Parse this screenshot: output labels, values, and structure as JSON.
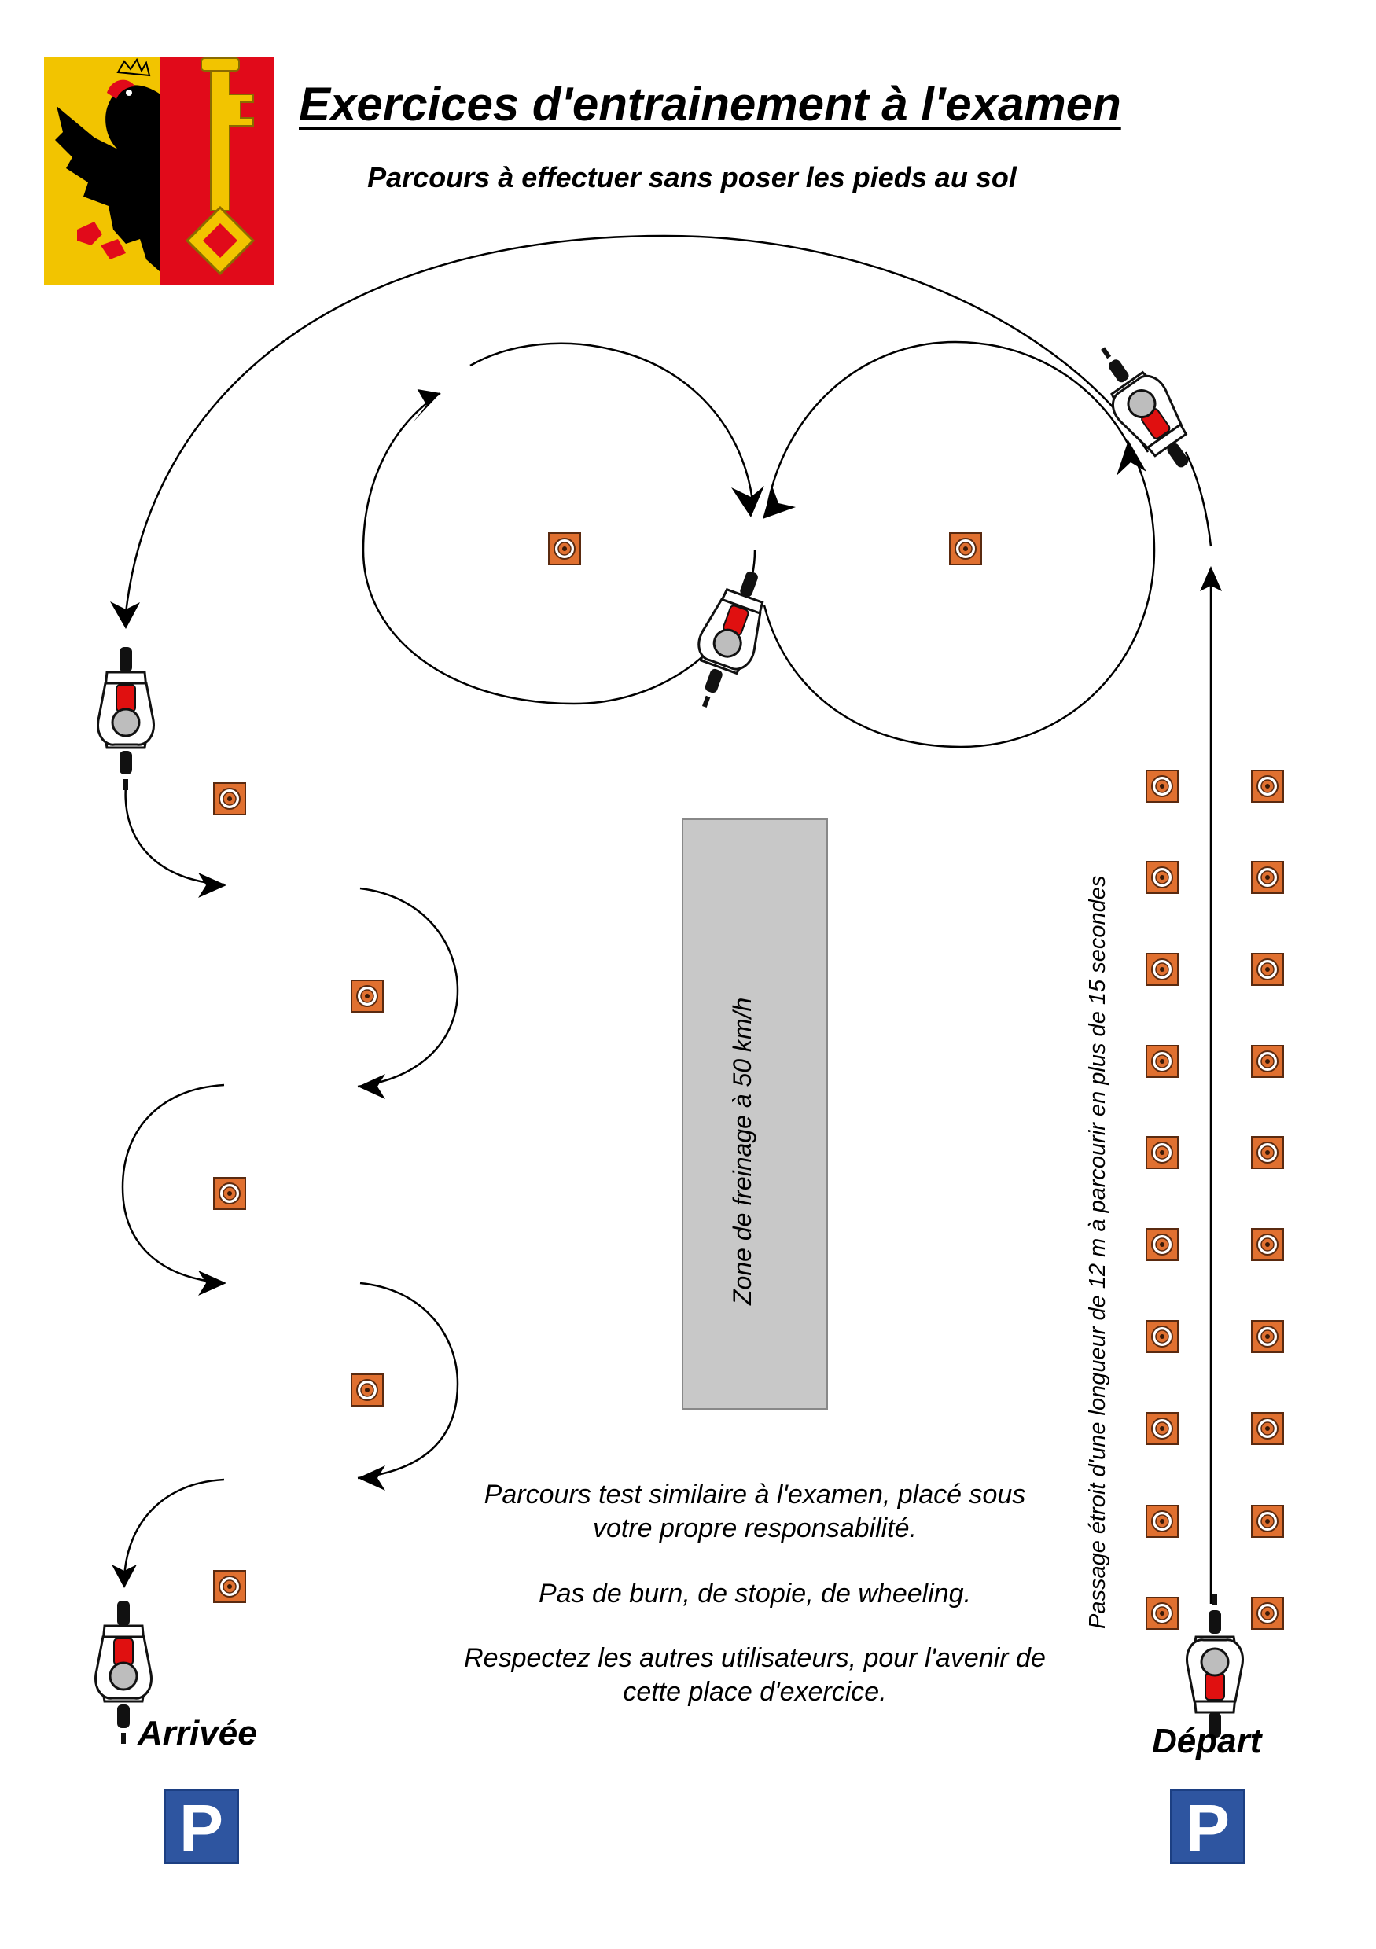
{
  "header": {
    "title": "Exercices d'entrainement à l'examen",
    "subtitle": "Parcours à effectuer sans poser les pieds au sol"
  },
  "coat_of_arms": {
    "colors": {
      "left": "#f2c400",
      "right": "#e10a1a",
      "eagle": "#000000",
      "key": "#f2c400",
      "claws": "#e10a1a"
    }
  },
  "braking_zone": {
    "label": "Zone de freinage à 50 km/h",
    "color": "#c8c8c8"
  },
  "narrow_passage": {
    "label": "Passage étroit d'une longueur de 12 m à parcourir en plus de 15 secondes"
  },
  "notices": {
    "line1": "Parcours test similaire à l'examen, placé sous votre propre responsabilité.",
    "line2": "Pas de burn, de stopie, de wheeling.",
    "line3": "Respectez les autres utilisateurs, pour l'avenir de cette place d'exercice."
  },
  "labels": {
    "arrival": "Arrivée",
    "departure": "Départ"
  },
  "parking": {
    "arrival_symbol": "P",
    "departure_symbol": "P",
    "color": "#2e55a0"
  },
  "cone_color": "#e07030"
}
